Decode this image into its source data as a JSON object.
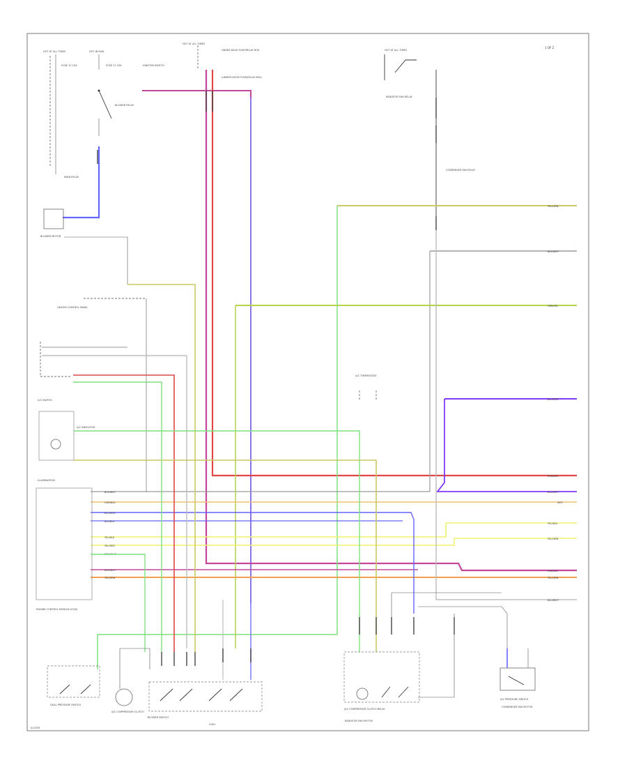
{
  "page_code": "1 OF 2",
  "figure_id": "A12345",
  "labels": {
    "hot_in_run": "HOT IN RUN",
    "hot_at_all_times_1": "HOT AT ALL TIMES",
    "hot_at_all_times_2": "HOT AT ALL TIMES",
    "hot_at_all_times_3": "HOT AT ALL TIMES",
    "fuse_a": "FUSE 12 10A",
    "fuse_b": "FUSE 21 15A",
    "ignition_switch": "IGNITION SWITCH",
    "fuse_relay_box": "UNDER-DASH FUSE/RELAY BOX",
    "fuse_box_note": "(UNDER-HOOD FUSE/RELAY BOX)",
    "blower_relay": "BLOWER RELAY",
    "main_relay": "MAIN RELAY",
    "blower_motor": "BLOWER MOTOR",
    "heater_control": "HEATER CONTROL PANEL",
    "ac_switch": "A/C SWITCH",
    "ac_indicator": "A/C INDICATOR",
    "illumination": "ILLUMINATION",
    "thermostat": "A/C THERMOSTAT",
    "ecm": "ENGINE CONTROL MODULE (ECM)",
    "dual_pressure_switch": "DUAL PRESSURE SWITCH",
    "radiator_fan_relay": "RADIATOR FAN RELAY",
    "condenser_fan_relay": "CONDENSER FAN RELAY",
    "radiator_fan": "RADIATOR FAN MOTOR",
    "condenser_fan": "CONDENSER FAN MOTOR",
    "compressor_clutch": "A/C COMPRESSOR CLUTCH",
    "ac_clutch_relay": "A/C COMPRESSOR CLUTCH RELAY",
    "blower_switch": "BLOWER SWITCH",
    "ac_pressure_switch": "A/C PRESSURE SWITCH",
    "gnd": "G401"
  },
  "wire_colors": {
    "yel_grn": "#c8c864",
    "blk": "#9a9a9a",
    "grn_yel": "#b4d24a",
    "blu_red": "#7f38f4",
    "red_blk": "#e14646",
    "wht_yel": "#f0c070",
    "blue": "#6464ff",
    "yellow": "#f0f06c",
    "pink": "#c4469a",
    "orange": "#f0a050",
    "green": "#7ee07e",
    "gray": "#bdbdbd"
  },
  "right_tags": [
    "YEL/GRN",
    "BLK/WHT",
    "GRN/YEL",
    "BLU/RED",
    "RED/BLK",
    "BLU/WHT",
    "WHT",
    "YEL/BLU",
    "YEL/GRN",
    "PNK/BLU",
    "YEL/ORN",
    "BLU/WHT"
  ],
  "left_pin_tags": [
    "BLK/WHT",
    "GRN/BLK",
    "BLU/RED",
    "BLU/BLK",
    "YEL/BLK",
    "YEL/RED",
    "BRN/WHT",
    "BLK/WHT",
    "YEL/GRN",
    "PNK"
  ]
}
